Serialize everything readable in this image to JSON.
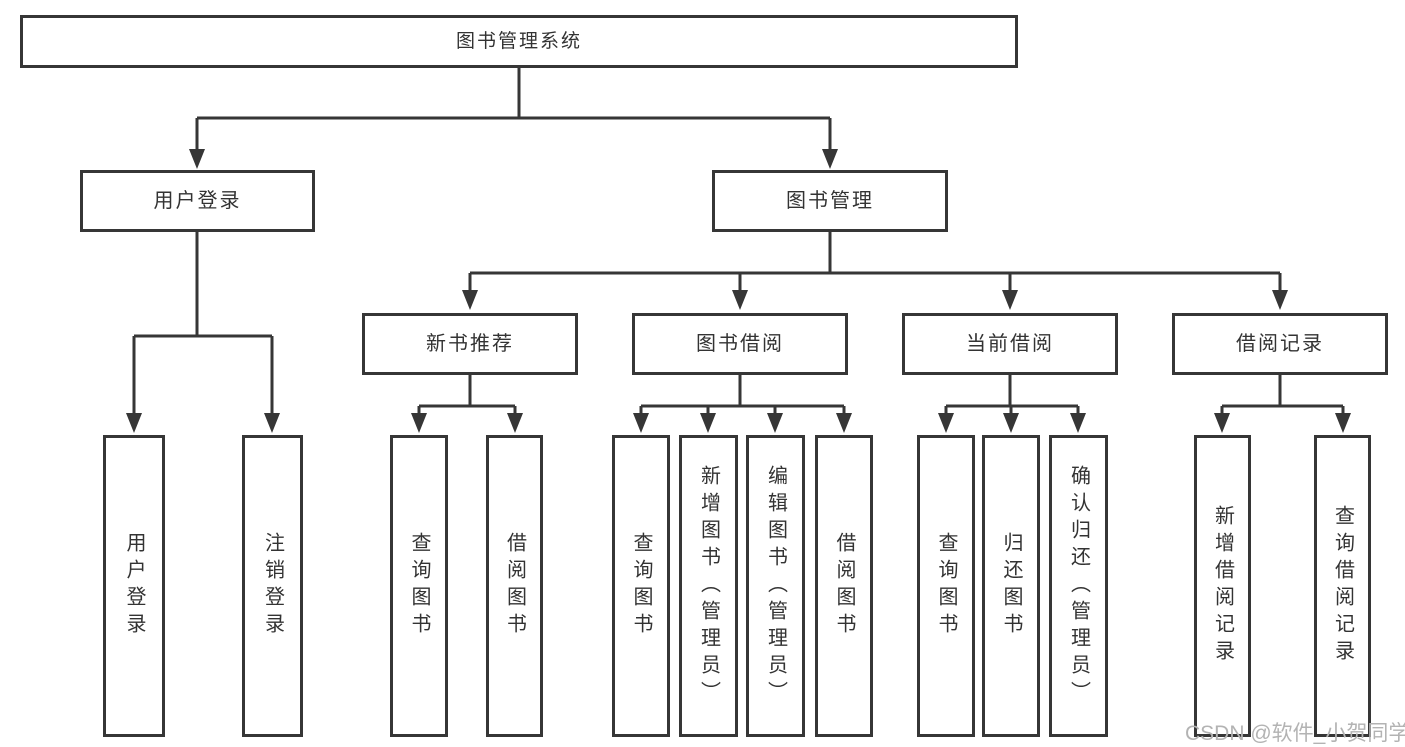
{
  "title": {
    "label": "图书管理系统"
  },
  "nodes": {
    "user_login": {
      "label": "用户登录"
    },
    "book_management": {
      "label": "图书管理"
    },
    "new_book_recommend": {
      "label": "新书推荐"
    },
    "book_borrow": {
      "label": "图书借阅"
    },
    "current_borrow": {
      "label": "当前借阅"
    },
    "borrow_record": {
      "label": "借阅记录"
    },
    "leaf_user_login": {
      "label": "用户登录"
    },
    "leaf_logout": {
      "label": "注销登录"
    },
    "leaf_nbr_query_books": {
      "label": "查询图书"
    },
    "leaf_nbr_borrow_books": {
      "label": "借阅图书"
    },
    "leaf_bb_query_books": {
      "label": "查询图书"
    },
    "leaf_bb_add_books_admin": {
      "label": "新增图书（管理员）"
    },
    "leaf_bb_edit_books_admin": {
      "label": "编辑图书（管理员）"
    },
    "leaf_bb_borrow_books": {
      "label": "借阅图书"
    },
    "leaf_cb_query_books": {
      "label": "查询图书"
    },
    "leaf_cb_return_books": {
      "label": "归还图书"
    },
    "leaf_cb_confirm_return_admin": {
      "label": "确认归还（管理员）"
    },
    "leaf_br_add_record": {
      "label": "新增借阅记录"
    },
    "leaf_br_query_record": {
      "label": "查询借阅记录"
    }
  },
  "watermark": {
    "text": "CSDN @软件_小贺同学"
  },
  "colors": {
    "line": "#363636",
    "text": "#333333",
    "watermark": "#b3b3b3",
    "background": "#ffffff"
  }
}
